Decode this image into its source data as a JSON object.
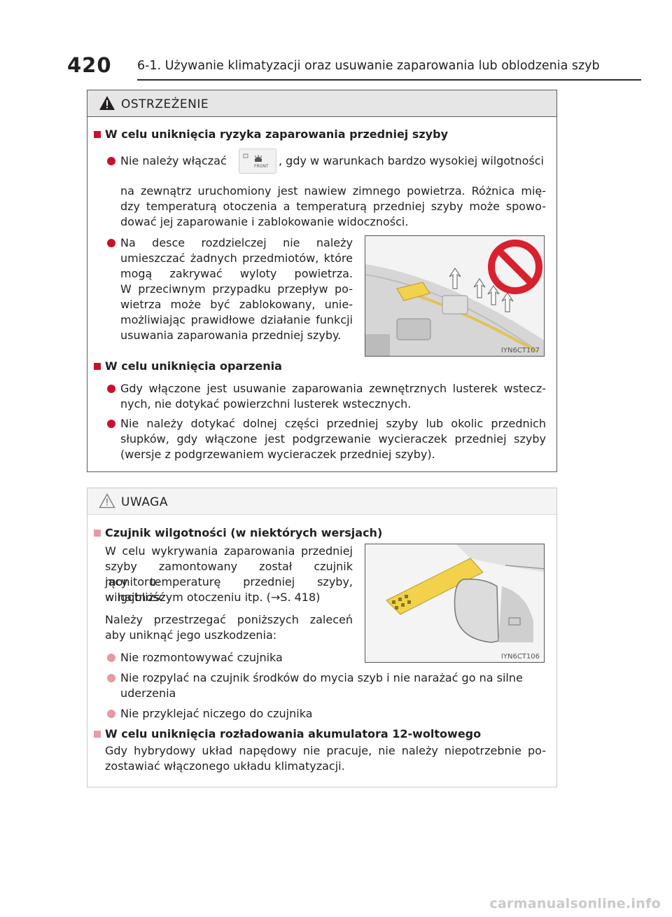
{
  "header": {
    "page_number": "420",
    "chapter_title": "6-1. Używanie klimatyzacji oraz usuwanie zaparowania lub oblodzenia szyb"
  },
  "warning": {
    "title": "OSTRZEŻENIE",
    "section1": {
      "heading": "W celu uniknięcia ryzyka zaparowania przedniej szyby",
      "item1": {
        "line1a": "Nie należy włączać",
        "line1b": ", gdy w warunkach bardzo wysokiej wilgotności",
        "line2": "na zewnątrz uruchomiony jest nawiew zimnego powietrza. Różnica mię-",
        "line3": "dzy temperaturą otoczenia a temperaturą przedniej szyby może spowo-",
        "line4": "dować jej zaparowanie i zablokowanie widoczności."
      },
      "item2": {
        "lines": [
          "Na desce rozdzielczej nie należy",
          "umieszczać żadnych przedmiotów, które",
          "mogą zakrywać wyloty powietrza.",
          "W przeciwnym przypadku przepływ po-",
          "wietrza może być zablokowany, unie-",
          "możliwiając prawidłowe działanie funkcji",
          "usuwania zaparowania przedniej szyby."
        ]
      },
      "button_label": "FRONT",
      "illustration_code": "IYN6CT107"
    },
    "section2": {
      "heading": "W celu uniknięcia oparzenia",
      "item1": {
        "line1": "Gdy włączone jest usuwanie zaparowania zewnętrznych lusterek wstecz-",
        "line2": "nych, nie dotykać powierzchni lusterek wstecznych."
      },
      "item2": {
        "line1": "Nie należy dotykać dolnej części przedniej szyby lub okolic przednich",
        "line2": "słupków, gdy włączone jest podgrzewanie wycieraczek przedniej szyby",
        "line3": "(wersje z podgrzewaniem wycieraczek przedniej szyby)."
      }
    }
  },
  "notice": {
    "title": "UWAGA",
    "section1": {
      "heading": "Czujnik wilgotności (w niektórych wersjach)",
      "para1": [
        "W celu wykrywania zaparowania przedniej",
        "szyby zamontowany został czujnik monitoru-",
        "jący temperaturę przedniej szyby, wilgotność",
        "w najbliższym otoczeniu itp. (→S. 418)"
      ],
      "para2": [
        "Należy przestrzegać poniższych zaleceń",
        "aby uniknąć jego uszkodzenia:"
      ],
      "bullet1": "Nie rozmontowywać czujnika",
      "bullet2_line1": "Nie rozpylać na czujnik środków do mycia szyb i nie narażać go na silne",
      "bullet2_line2": "uderzenia",
      "bullet3": "Nie przyklejać niczego do czujnika",
      "illustration_code": "IYN6CT106"
    },
    "section2": {
      "heading": "W celu uniknięcia rozładowania akumulatora 12-woltowego",
      "line1": "Gdy hybrydowy układ napędowy nie pracuje, nie należy niepotrzebnie po-",
      "line2": "zostawiać włączonego układu klimatyzacji."
    }
  },
  "watermark": "carmanualsonline.info",
  "colors": {
    "accent_dark": "#c8102e",
    "accent_light": "#e79aa3",
    "highlight_yellow": "#f2d24a"
  }
}
